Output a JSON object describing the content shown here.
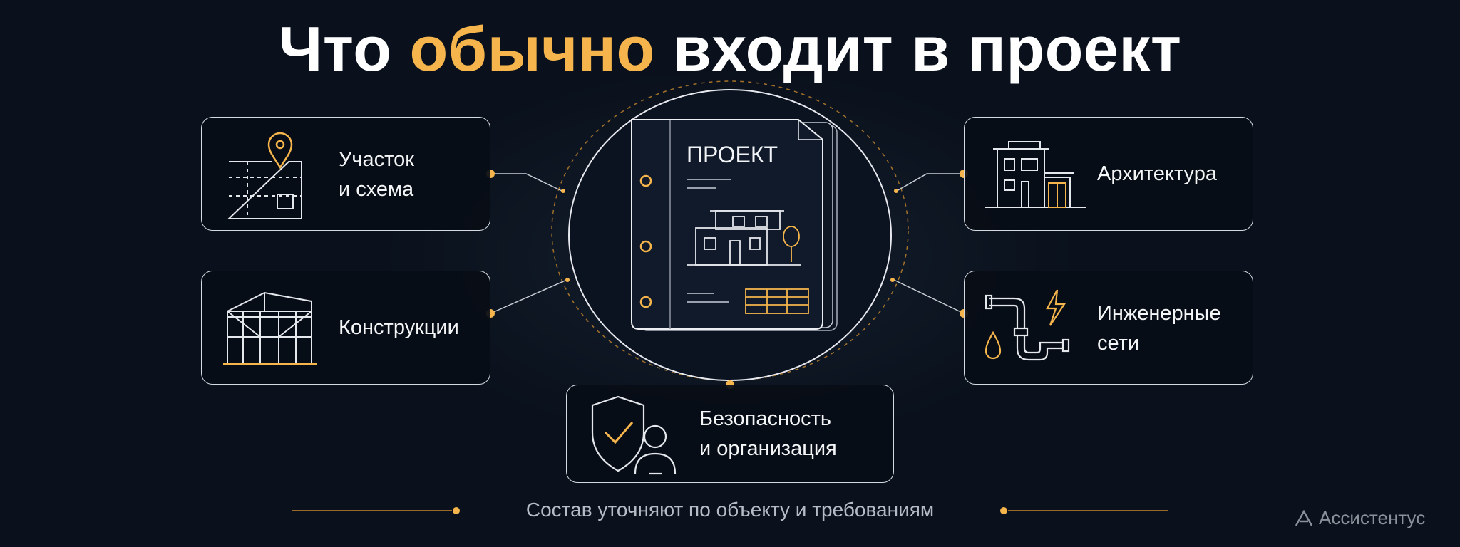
{
  "title": {
    "part1": "Что ",
    "accent": "обычно",
    "part2": " входит в проект"
  },
  "center": {
    "doc_label": "ПРОЕКТ"
  },
  "cards": {
    "site": {
      "label": "Участок\nи схема",
      "icon": "site-plan-icon"
    },
    "structures": {
      "label": "Конструкции",
      "icon": "building-frame-icon"
    },
    "architecture": {
      "label": "Архитектура",
      "icon": "house-facade-icon"
    },
    "utilities": {
      "label": "Инженерные\nсети",
      "icon": "pipes-icon"
    },
    "safety": {
      "label": "Безопасность\nи организация",
      "icon": "shield-person-icon"
    }
  },
  "footer": {
    "text": "Состав уточняют по объекту и требованиям"
  },
  "brand": {
    "name": "Ассистентус",
    "icon": "brand-logo-icon"
  },
  "colors": {
    "background": "#0a111c",
    "accent": "#f5b54c",
    "line": "#d5d9e0",
    "text": "#f4f5f7"
  }
}
